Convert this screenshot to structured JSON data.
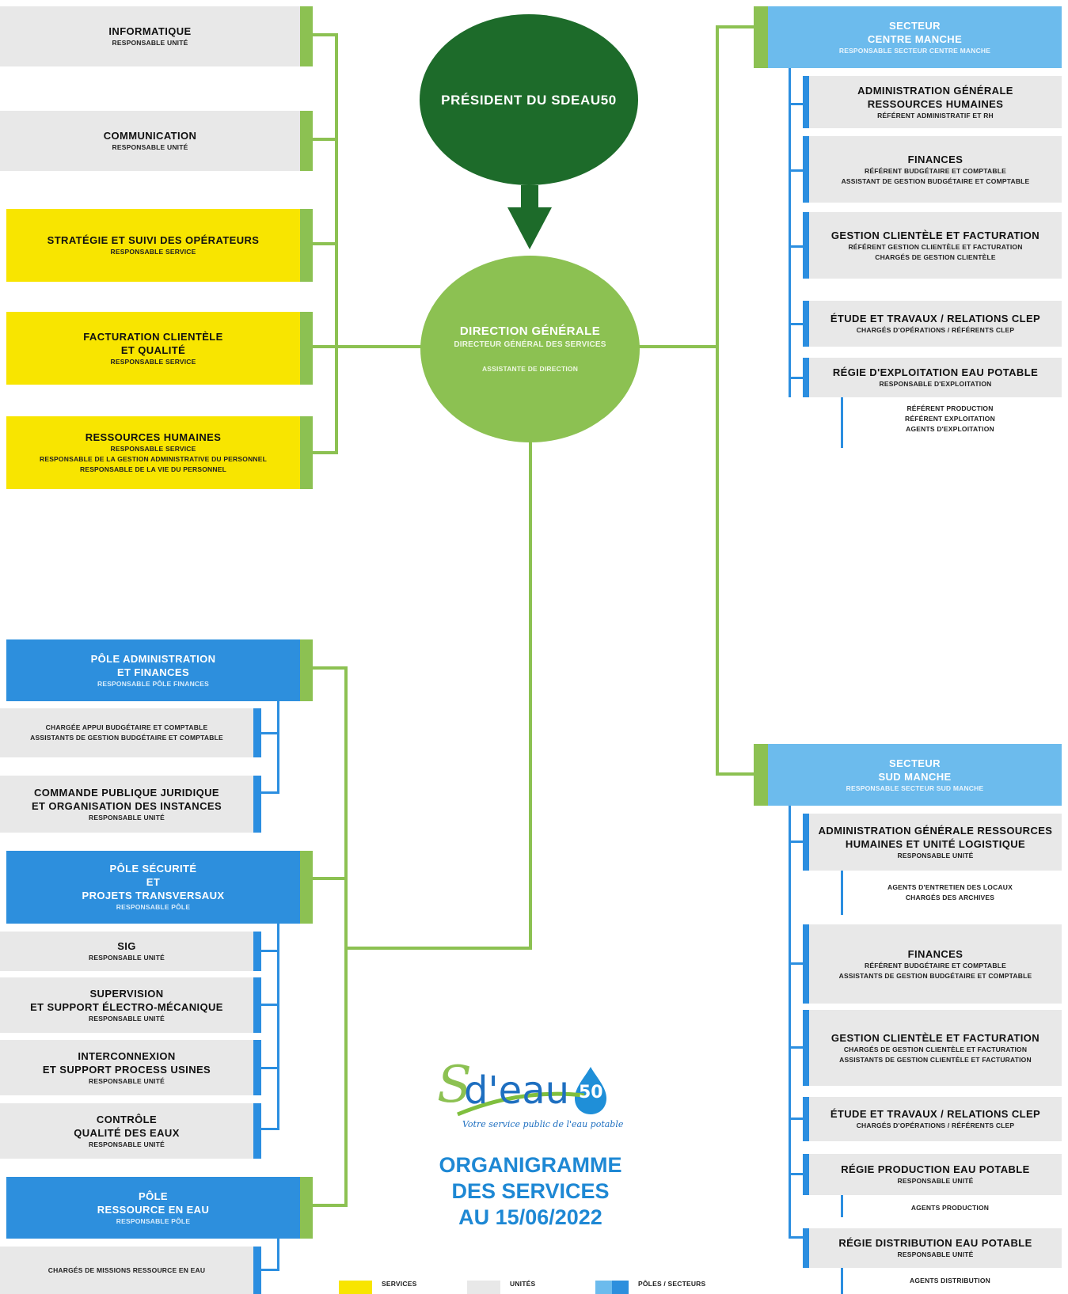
{
  "colors": {
    "green_dark": "#1d6b2a",
    "green_light": "#8cc152",
    "yellow": "#f8e500",
    "blue": "#2d8fdd",
    "light_blue": "#6cbbed",
    "gray": "#e8e8e8",
    "title_blue": "#1e88d4"
  },
  "president": {
    "title": "PRÉSIDENT DU SDEAU50"
  },
  "direction": {
    "title": "DIRECTION GÉNÉRALE",
    "subtitle": "DIRECTEUR GÉNÉRAL DES SERVICES",
    "assistant": "ASSISTANTE DE DIRECTION"
  },
  "left_units": [
    {
      "title": "INFORMATIQUE",
      "sub": "RESPONSABLE UNITÉ"
    },
    {
      "title": "COMMUNICATION",
      "sub": "RESPONSABLE UNITÉ"
    }
  ],
  "left_services": [
    {
      "title": "STRATÉGIE ET SUIVI DES OPÉRATEURS",
      "sub": "RESPONSABLE SERVICE"
    },
    {
      "title": "FACTURATION CLIENTÈLE",
      "title2": "ET QUALITÉ",
      "sub": "RESPONSABLE SERVICE"
    },
    {
      "title": "RESSOURCES HUMAINES",
      "sub": "RESPONSABLE SERVICE",
      "sub2": "RESPONSABLE DE LA GESTION ADMINISTRATIVE DU PERSONNEL",
      "sub3": "RESPONSABLE DE LA VIE DU PERSONNEL"
    }
  ],
  "pole_admin": {
    "title": "PÔLE ADMINISTRATION",
    "title2": "ET FINANCES",
    "sub": "RESPONSABLE PÔLE FINANCES",
    "units": [
      {
        "sub": "CHARGÉE APPUI BUDGÉTAIRE ET COMPTABLE",
        "sub2": "ASSISTANTS DE GESTION BUDGÉTAIRE ET COMPTABLE"
      },
      {
        "title": "COMMANDE PUBLIQUE JURIDIQUE",
        "title2": "ET ORGANISATION DES INSTANCES",
        "sub": "RESPONSABLE UNITÉ"
      }
    ]
  },
  "pole_securite": {
    "title": "PÔLE SÉCURITÉ",
    "title2": "ET",
    "title3": "PROJETS TRANSVERSAUX",
    "sub": "RESPONSABLE PÔLE",
    "units": [
      {
        "title": "SIG",
        "sub": "RESPONSABLE UNITÉ"
      },
      {
        "title": "SUPERVISION",
        "title2": "ET SUPPORT ÉLECTRO-MÉCANIQUE",
        "sub": "RESPONSABLE UNITÉ"
      },
      {
        "title": "INTERCONNEXION",
        "title2": "ET SUPPORT PROCESS USINES",
        "sub": "RESPONSABLE UNITÉ"
      },
      {
        "title": "CONTRÔLE",
        "title2": "QUALITÉ DES EAUX",
        "sub": "RESPONSABLE UNITÉ"
      }
    ]
  },
  "pole_ressource": {
    "title": "PÔLE",
    "title2": "RESSOURCE EN EAU",
    "sub": "RESPONSABLE PÔLE",
    "units": [
      {
        "sub": "CHARGÉS DE MISSIONS RESSOURCE EN EAU"
      }
    ]
  },
  "secteur_centre": {
    "title": "SECTEUR",
    "title2": "CENTRE MANCHE",
    "sub": "RESPONSABLE SECTEUR CENTRE MANCHE",
    "units": [
      {
        "title": "ADMINISTRATION GÉNÉRALE",
        "title2": "RESSOURCES HUMAINES",
        "sub": "RÉFÉRENT ADMINISTRATIF ET RH"
      },
      {
        "title": "FINANCES",
        "sub": "RÉFÉRENT BUDGÉTAIRE ET COMPTABLE",
        "sub2": "ASSISTANT DE GESTION BUDGÉTAIRE ET COMPTABLE"
      },
      {
        "title": "GESTION CLIENTÈLE ET FACTURATION",
        "sub": "RÉFÉRENT GESTION CLIENTÈLE ET FACTURATION",
        "sub2": "CHARGÉS DE GESTION CLIENTÈLE"
      },
      {
        "title": "ÉTUDE ET TRAVAUX / RELATIONS CLEP",
        "sub": "CHARGÉS D'OPÉRATIONS / RÉFÉRENTS CLEP"
      },
      {
        "title": "RÉGIE D'EXPLOITATION EAU POTABLE",
        "sub": "RESPONSABLE D'EXPLOITATION"
      }
    ],
    "regie_staff": {
      "l1": "RÉFÉRENT PRODUCTION",
      "l2": "RÉFÉRENT EXPLOITATION",
      "l3": "AGENTS D'EXPLOITATION"
    }
  },
  "secteur_sud": {
    "title": "SECTEUR",
    "title2": "SUD MANCHE",
    "sub": "RESPONSABLE SECTEUR SUD MANCHE",
    "units": [
      {
        "title": "ADMINISTRATION GÉNÉRALE RESSOURCES",
        "title2": "HUMAINES ET UNITÉ LOGISTIQUE",
        "sub": "RESPONSABLE UNITÉ"
      },
      {
        "title": "FINANCES",
        "sub": "RÉFÉRENT BUDGÉTAIRE ET COMPTABLE",
        "sub2": "ASSISTANTS DE GESTION BUDGÉTAIRE ET COMPTABLE"
      },
      {
        "title": "GESTION CLIENTÈLE ET FACTURATION",
        "sub": "CHARGÉS DE GESTION CLIENTÈLE ET FACTURATION",
        "sub2": "ASSISTANTS DE GESTION CLIENTÈLE ET FACTURATION"
      },
      {
        "title": "ÉTUDE ET TRAVAUX / RELATIONS CLEP",
        "sub": "CHARGÉS D'OPÉRATIONS / RÉFÉRENTS CLEP"
      },
      {
        "title": "RÉGIE PRODUCTION EAU POTABLE",
        "sub": "RESPONSABLE UNITÉ"
      },
      {
        "title": "RÉGIE DISTRIBUTION EAU POTABLE",
        "sub": "RESPONSABLE UNITÉ"
      }
    ],
    "admin_staff": {
      "l1": "AGENTS D'ENTRETIEN DES LOCAUX",
      "l2": "CHARGÉS DES ARCHIVES"
    },
    "production_staff": "AGENTS PRODUCTION",
    "distribution_staff": "AGENTS DISTRIBUTION"
  },
  "logo": {
    "brand_s": "S",
    "brand_rest": "d'eau",
    "brand_num": "50",
    "tagline": "Votre service public de l'eau potable"
  },
  "title_block": {
    "l1": "ORGANIGRAMME",
    "l2": "DES SERVICES",
    "l3": "AU 15/06/2022"
  },
  "legend": {
    "services": "SERVICES",
    "unites": "UNITÉS",
    "poles": "PÔLES / SECTEURS"
  }
}
